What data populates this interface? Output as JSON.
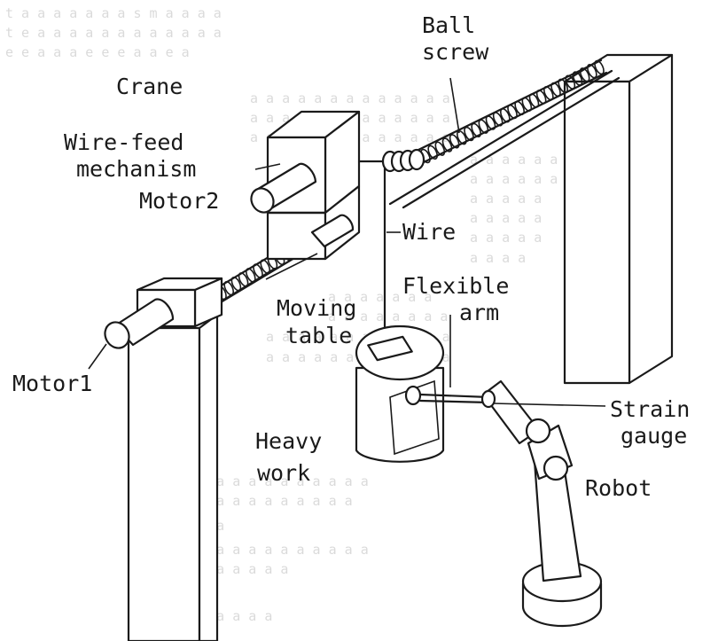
{
  "figure": {
    "labels": {
      "ball_screw_1": "Ball",
      "ball_screw_2": "screw",
      "crane": "Crane",
      "wire_feed_1": "Wire-feed",
      "wire_feed_2": "mechanism",
      "motor2": "Motor2",
      "wire": "Wire",
      "flexible_1": "Flexible",
      "flexible_2": "arm",
      "moving_1": "Moving",
      "moving_2": "table",
      "motor1": "Motor1",
      "strain_1": "Strain",
      "strain_2": "gauge",
      "heavy_1": "Heavy",
      "heavy_2": "work",
      "robot": "Robot"
    }
  }
}
